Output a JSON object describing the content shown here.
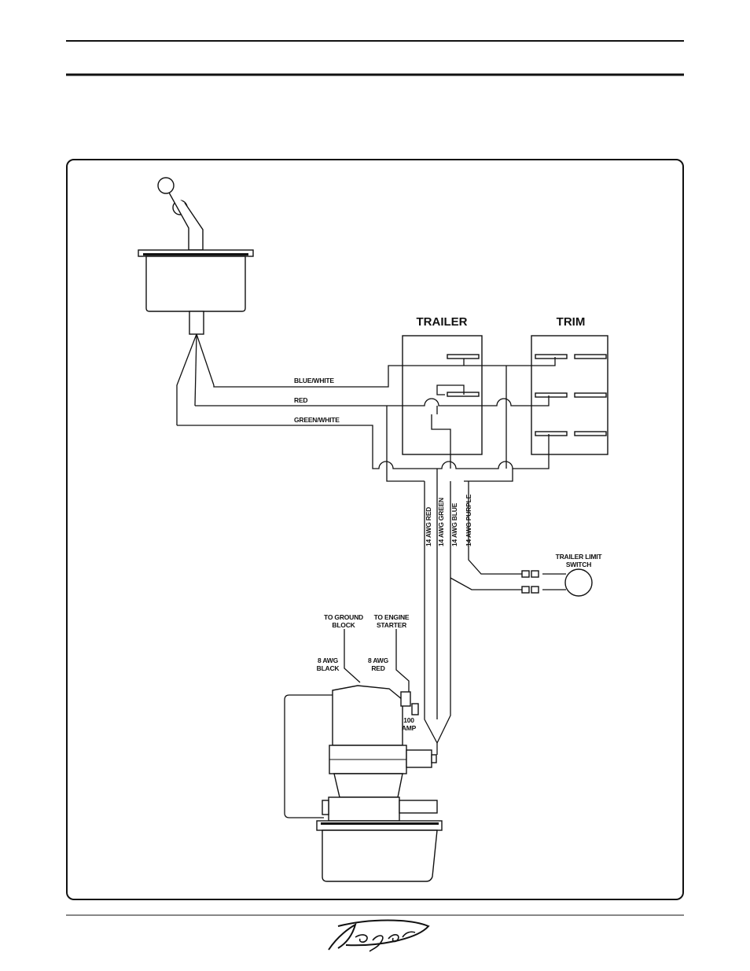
{
  "headers": {
    "trailer": "TRAILER",
    "trim": "TRIM"
  },
  "wires": {
    "blue_white": "BLUE/WHITE",
    "red": "RED",
    "green_white": "GREEN/WHITE",
    "awg_red": "14 AWG RED",
    "awg_green": "14 AWG GREEN",
    "awg_blue": "14 AWG BLUE",
    "awg_purple": "14 AWG PURPLE"
  },
  "labels": {
    "trailer_limit_switch_1": "TRAILER LIMIT",
    "trailer_limit_switch_2": "SWITCH",
    "to_ground_1": "TO GROUND",
    "to_ground_2": "BLOCK",
    "to_engine_1": "TO ENGINE",
    "to_engine_2": "STARTER",
    "awg8_black_1": "8 AWG",
    "awg8_black_2": "BLACK",
    "awg8_red_1": "8 AWG",
    "awg8_red_2": "RED",
    "fuse_1": "100",
    "fuse_2": "AMP"
  }
}
